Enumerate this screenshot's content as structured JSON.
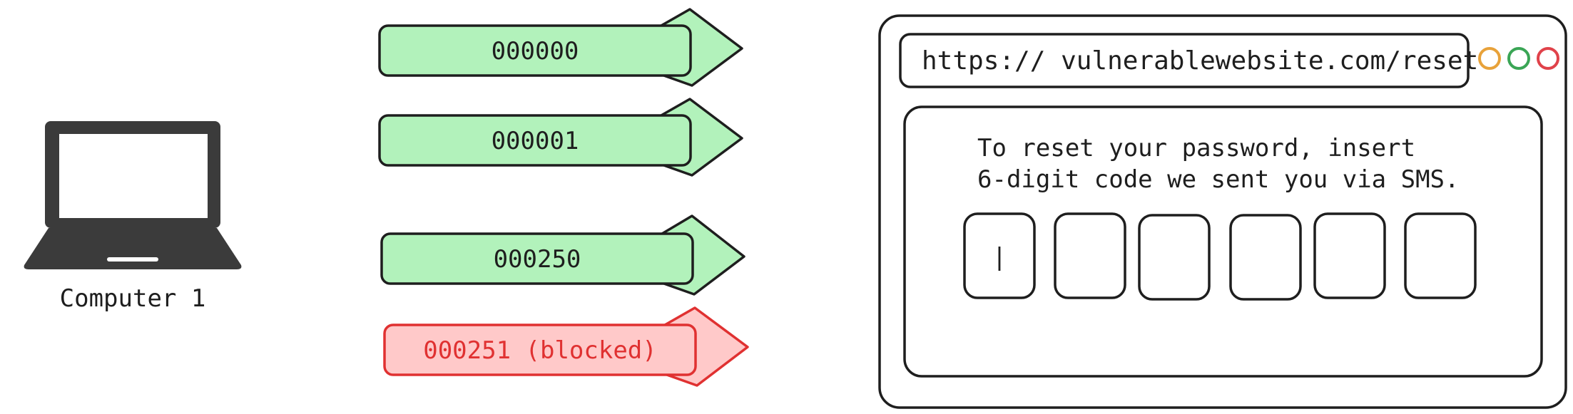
{
  "computer": {
    "label": "Computer 1",
    "icon": "laptop-icon"
  },
  "attempts": [
    {
      "code": "000000",
      "status": "allowed"
    },
    {
      "code": "000001",
      "status": "allowed"
    },
    {
      "code": "000250",
      "status": "allowed"
    },
    {
      "code": "000251 (blocked)",
      "status": "blocked"
    }
  ],
  "browser": {
    "url": "https:// vulnerablewebsite.com/reset",
    "window_buttons": [
      "#e8a23a",
      "#3aa555",
      "#e0424a"
    ],
    "message_line1": "To reset your password, insert",
    "message_line2": "6-digit code we sent you via SMS.",
    "code_boxes": [
      "|",
      "",
      "",
      "",
      "",
      ""
    ]
  },
  "colors": {
    "allowed_fill": "#b2f2bb",
    "allowed_stroke": "#1e1e1e",
    "allowed_text": "#1e1e1e",
    "blocked_fill": "#ffc9c9",
    "blocked_stroke": "#e03131",
    "blocked_text": "#e03131",
    "laptop": "#3b3b3b"
  }
}
